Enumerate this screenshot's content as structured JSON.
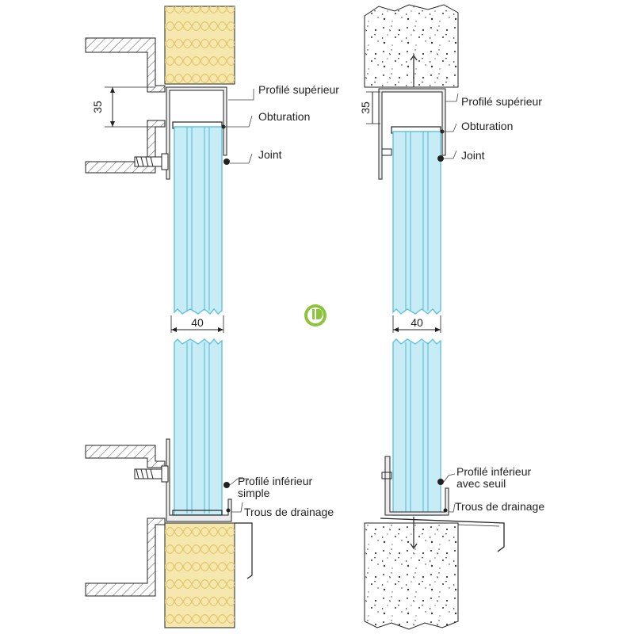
{
  "left_section": {
    "dimension_height": "35",
    "dimension_width": "40",
    "labels": {
      "top_profile": "Profilé supérieur",
      "obturation": "Obturation",
      "joint": "Joint",
      "bottom_profile_line1": "Profilé inférieur",
      "bottom_profile_line2": "simple",
      "drainage": "Trous de drainage"
    }
  },
  "right_section": {
    "dimension_height": "35",
    "dimension_width": "40",
    "labels": {
      "top_profile": "Profilé supérieur",
      "obturation": "Obturation",
      "joint": "Joint",
      "bottom_profile_line1": "Profilé inférieur",
      "bottom_profile_line2": "avec seuil",
      "drainage": "Trous de drainage"
    }
  },
  "colors": {
    "glass": "#c8ecf5",
    "glass_line": "#62c3dc",
    "insulation": "#f5e7ad",
    "insulation_line": "#e3c66a",
    "hatch": "#555555",
    "logo": "#8cc43c"
  },
  "logo_icon": "id-logo-icon"
}
